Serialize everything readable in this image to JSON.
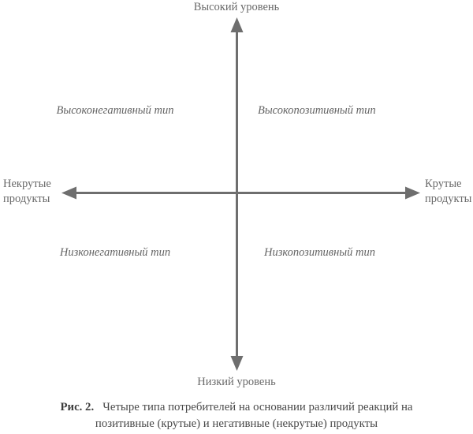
{
  "figure": {
    "type": "quadrant-matrix",
    "axes": {
      "vertical": {
        "top_label": "Высокий уровень",
        "bottom_label": "Низкий уровень"
      },
      "horizontal": {
        "left_label_line1": "Некрутые",
        "left_label_line2": "продукты",
        "right_label_line1": "Крутые",
        "right_label_line2": "продукты"
      }
    },
    "quadrants": [
      {
        "position": "top-left",
        "label": "Высоконегативный тип"
      },
      {
        "position": "top-right",
        "label": "Высокопозитивный тип"
      },
      {
        "position": "bottom-left",
        "label": "Низконегативный тип"
      },
      {
        "position": "bottom-right",
        "label": "Низкопозитивный тип"
      }
    ],
    "caption": {
      "number": "Рис. 2.",
      "text": "Четыре типа потребителей на основании различий реакций на позитивные (крутые) и негативные (некрутые) продукты"
    },
    "colors": {
      "axis_line": "#6e6e6e",
      "axis_label_text": "#6a6a6a",
      "quadrant_label_text": "#636363",
      "caption_text": "#494949",
      "caption_number": "#3d3d3d",
      "background": "#ffffff"
    }
  }
}
